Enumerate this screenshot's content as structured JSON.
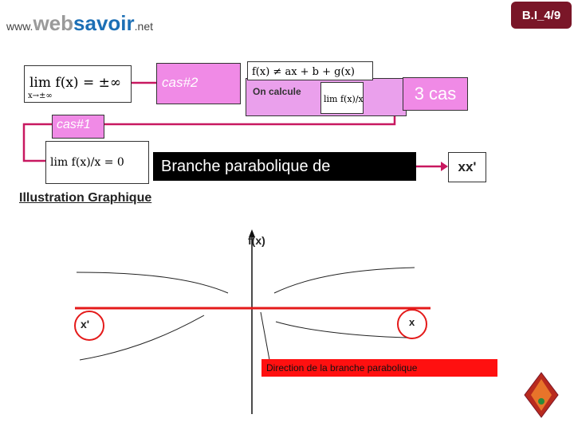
{
  "header": {
    "brand_prefix": "www.",
    "brand_web": "web",
    "brand_savoir": "savoir",
    "brand_suffix": ".net",
    "slide_badge": "B.I_4/9"
  },
  "flow": {
    "formula_lim_f": "lim f(x) = ±∞",
    "formula_lim_sub": "x→±∞",
    "cas2_label": "cas#2",
    "formula_non_affine": "f(x) ≠ ax + b + g(x)",
    "on_calcule": "On calcule",
    "formula_lim_fx_over_x": "lim f(x)/x",
    "cas3_label": "3 cas",
    "cas1_label": "cas#1",
    "formula_lim_zero": "lim f(x)/x = 0",
    "branche_label": "Branche parabolique de",
    "xx_label": "xx'"
  },
  "graph": {
    "illustration_label": "Illustration Graphique",
    "fx_label": "f(x)",
    "xprime_label": "x'",
    "x_label": "x",
    "direction_label": "Direction de la branche parabolique"
  },
  "colors": {
    "accent_pink": "#f08ae6",
    "accent_purple": "#eaa0ec",
    "connector": "#c81860",
    "badge_bg": "#7a1628",
    "axis_red": "#e41a1a"
  },
  "icons": {
    "corner": "crest-icon"
  }
}
